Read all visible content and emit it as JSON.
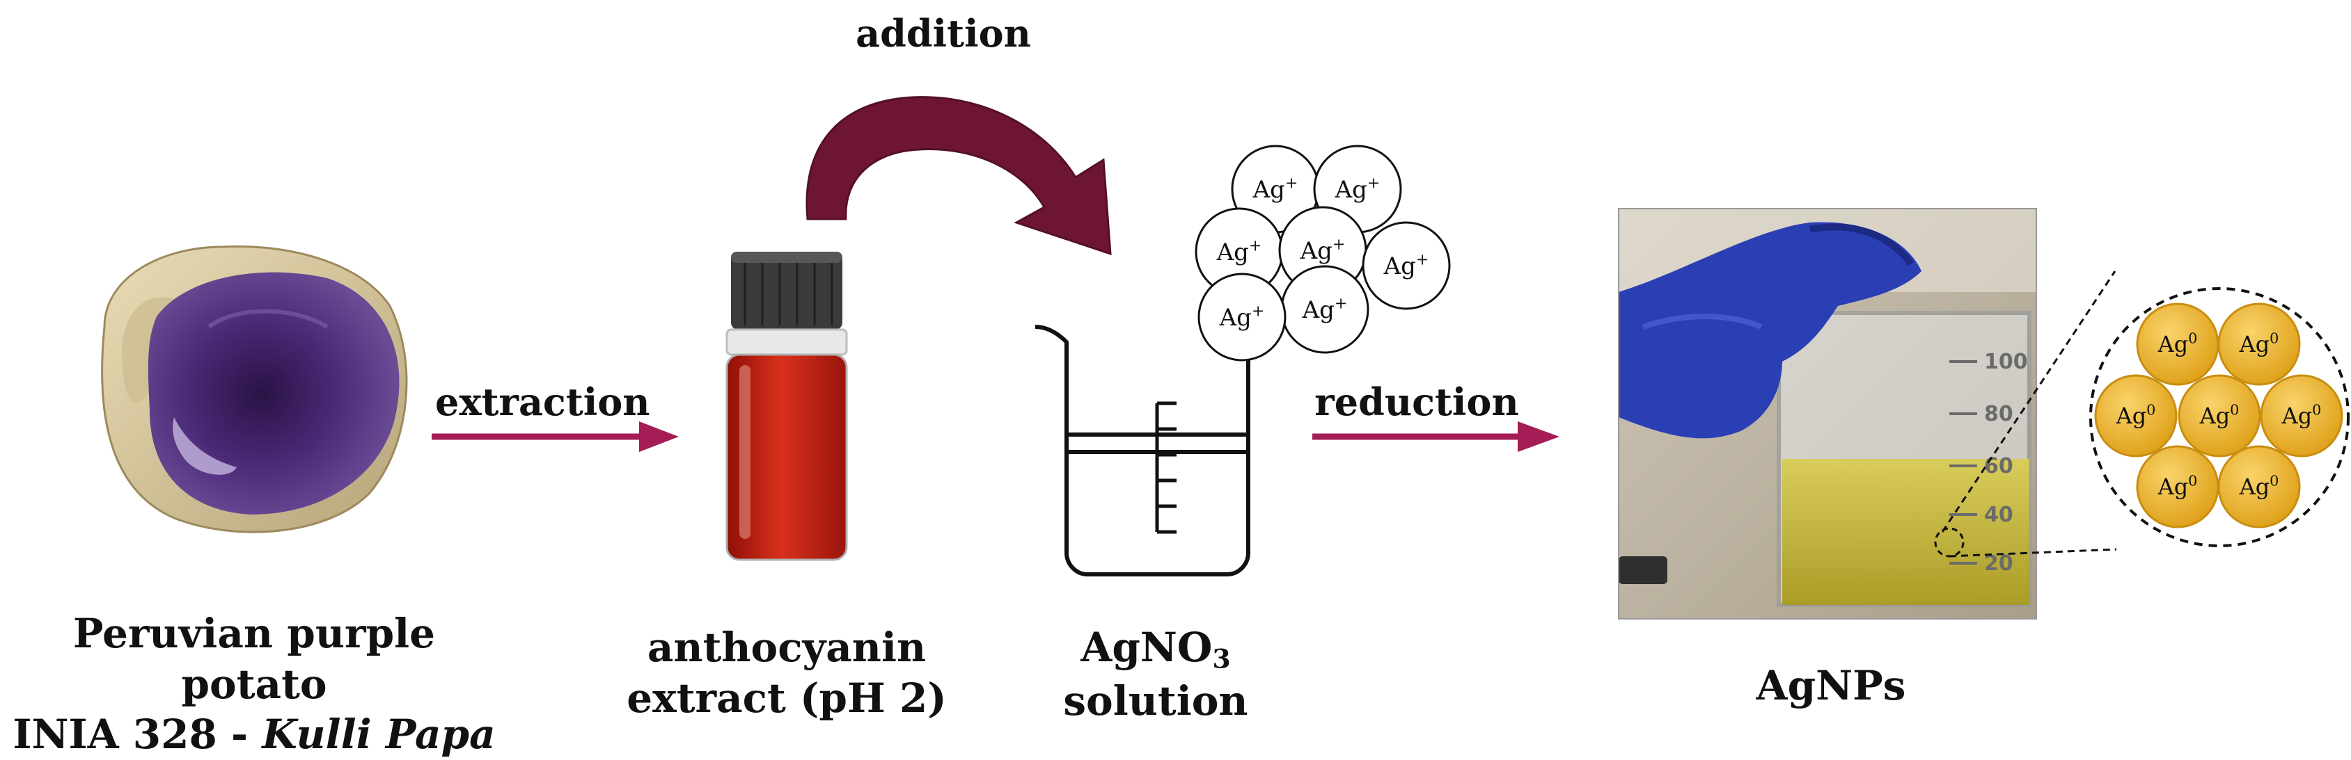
{
  "steps": {
    "extraction": "extraction",
    "addition": "addition",
    "reduction": "reduction"
  },
  "captions": {
    "potato_line1": "Peruvian purple potato",
    "potato_line2_prefix": "INIA 328 - ",
    "potato_line2_italic": "Kulli Papa",
    "extract_line1": "anthocyanin",
    "extract_line2": "extract (pH 2)",
    "agno3_prefix": "AgNO",
    "agno3_subscript": "3",
    "agno3_line2": "solution",
    "agnps": "AgNPs"
  },
  "ions": {
    "symbol": "Ag",
    "charge": "+",
    "count": 7
  },
  "nanoparticles": {
    "symbol": "Ag",
    "oxidation_state": "0",
    "count": 7
  },
  "beaker_marks": [
    "100",
    "80",
    "60",
    "40",
    "20"
  ],
  "colors": {
    "arrow": "#A51D57",
    "arrow_curve": "#6E1535",
    "extract": "#C41E14",
    "nanoparticle": "#F2B830",
    "solution": "#D4C43A",
    "glove": "#2B3FB5",
    "potato_flesh": "#3A1C5C",
    "potato_skin": "#D8C8A0"
  }
}
